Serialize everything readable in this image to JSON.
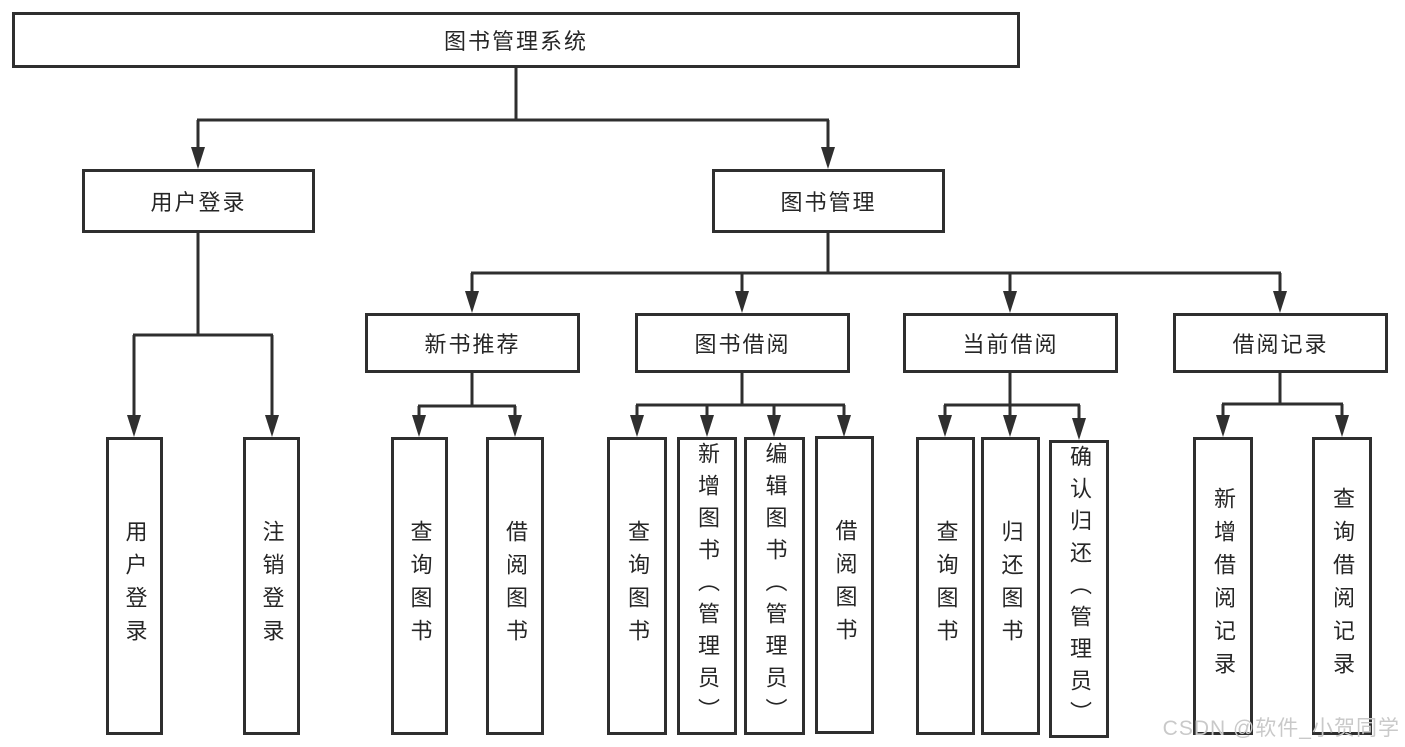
{
  "tree": {
    "label": "图书管理系统",
    "children": [
      {
        "label": "用户登录",
        "children": [
          {
            "label": "用户登录"
          },
          {
            "label": "注销登录"
          }
        ]
      },
      {
        "label": "图书管理",
        "children": [
          {
            "label": "新书推荐",
            "children": [
              {
                "label": "查询图书"
              },
              {
                "label": "借阅图书"
              }
            ]
          },
          {
            "label": "图书借阅",
            "children": [
              {
                "label": "查询图书"
              },
              {
                "label": "新增图书（管理员）"
              },
              {
                "label": "编辑图书（管理员）"
              },
              {
                "label": "借阅图书"
              }
            ]
          },
          {
            "label": "当前借阅",
            "children": [
              {
                "label": "查询图书"
              },
              {
                "label": "归还图书"
              },
              {
                "label": "确认归还（管理员）"
              }
            ]
          },
          {
            "label": "借阅记录",
            "children": [
              {
                "label": "新增借阅记录"
              },
              {
                "label": "查询借阅记录"
              }
            ]
          }
        ]
      }
    ]
  },
  "watermark": {
    "text": "CSDN @软件_小贺同学"
  },
  "colors": {
    "line": "#2f2f2f",
    "text": "#262626",
    "watermark": "#c9c9c9",
    "background": "#ffffff"
  }
}
